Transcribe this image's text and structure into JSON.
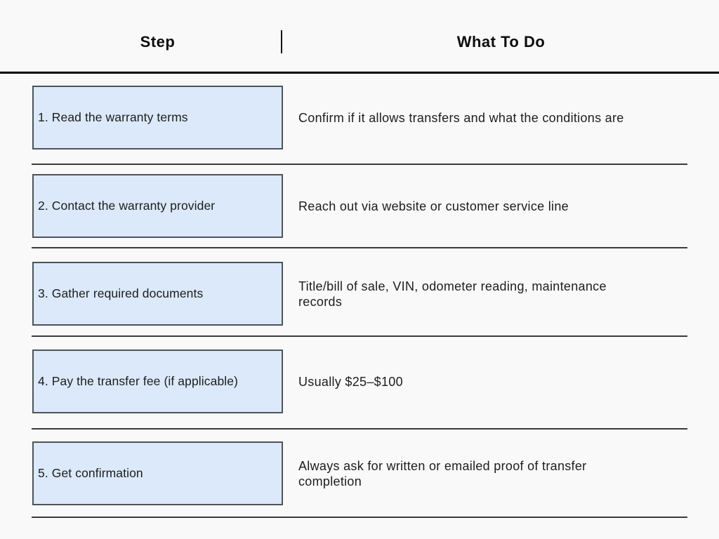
{
  "header": {
    "col1": "Step",
    "col2": "What To Do"
  },
  "rows": [
    {
      "step": "1. Read the warranty terms",
      "what_to_do": "Confirm if it allows transfers and what the conditions are"
    },
    {
      "step": "2. Contact the warranty provider",
      "what_to_do": "Reach out via website or customer service line"
    },
    {
      "step": "3. Gather required documents",
      "what_to_do": "Title/bill of sale, VIN, odometer reading, maintenance\nrecords"
    },
    {
      "step": "4. Pay the transfer fee (if applicable)",
      "what_to_do": "Usually $25–$100"
    },
    {
      "step": "5. Get confirmation",
      "what_to_do": "Always ask for written or emailed proof of transfer\ncompletion"
    }
  ],
  "colors": {
    "background": "#f9f9f9",
    "step_box_fill": "#dbe9fa",
    "step_box_border": "#4e5358",
    "text": "#1d1d1d",
    "header_rule": "#000000",
    "row_divider": "#3a3a3a"
  }
}
